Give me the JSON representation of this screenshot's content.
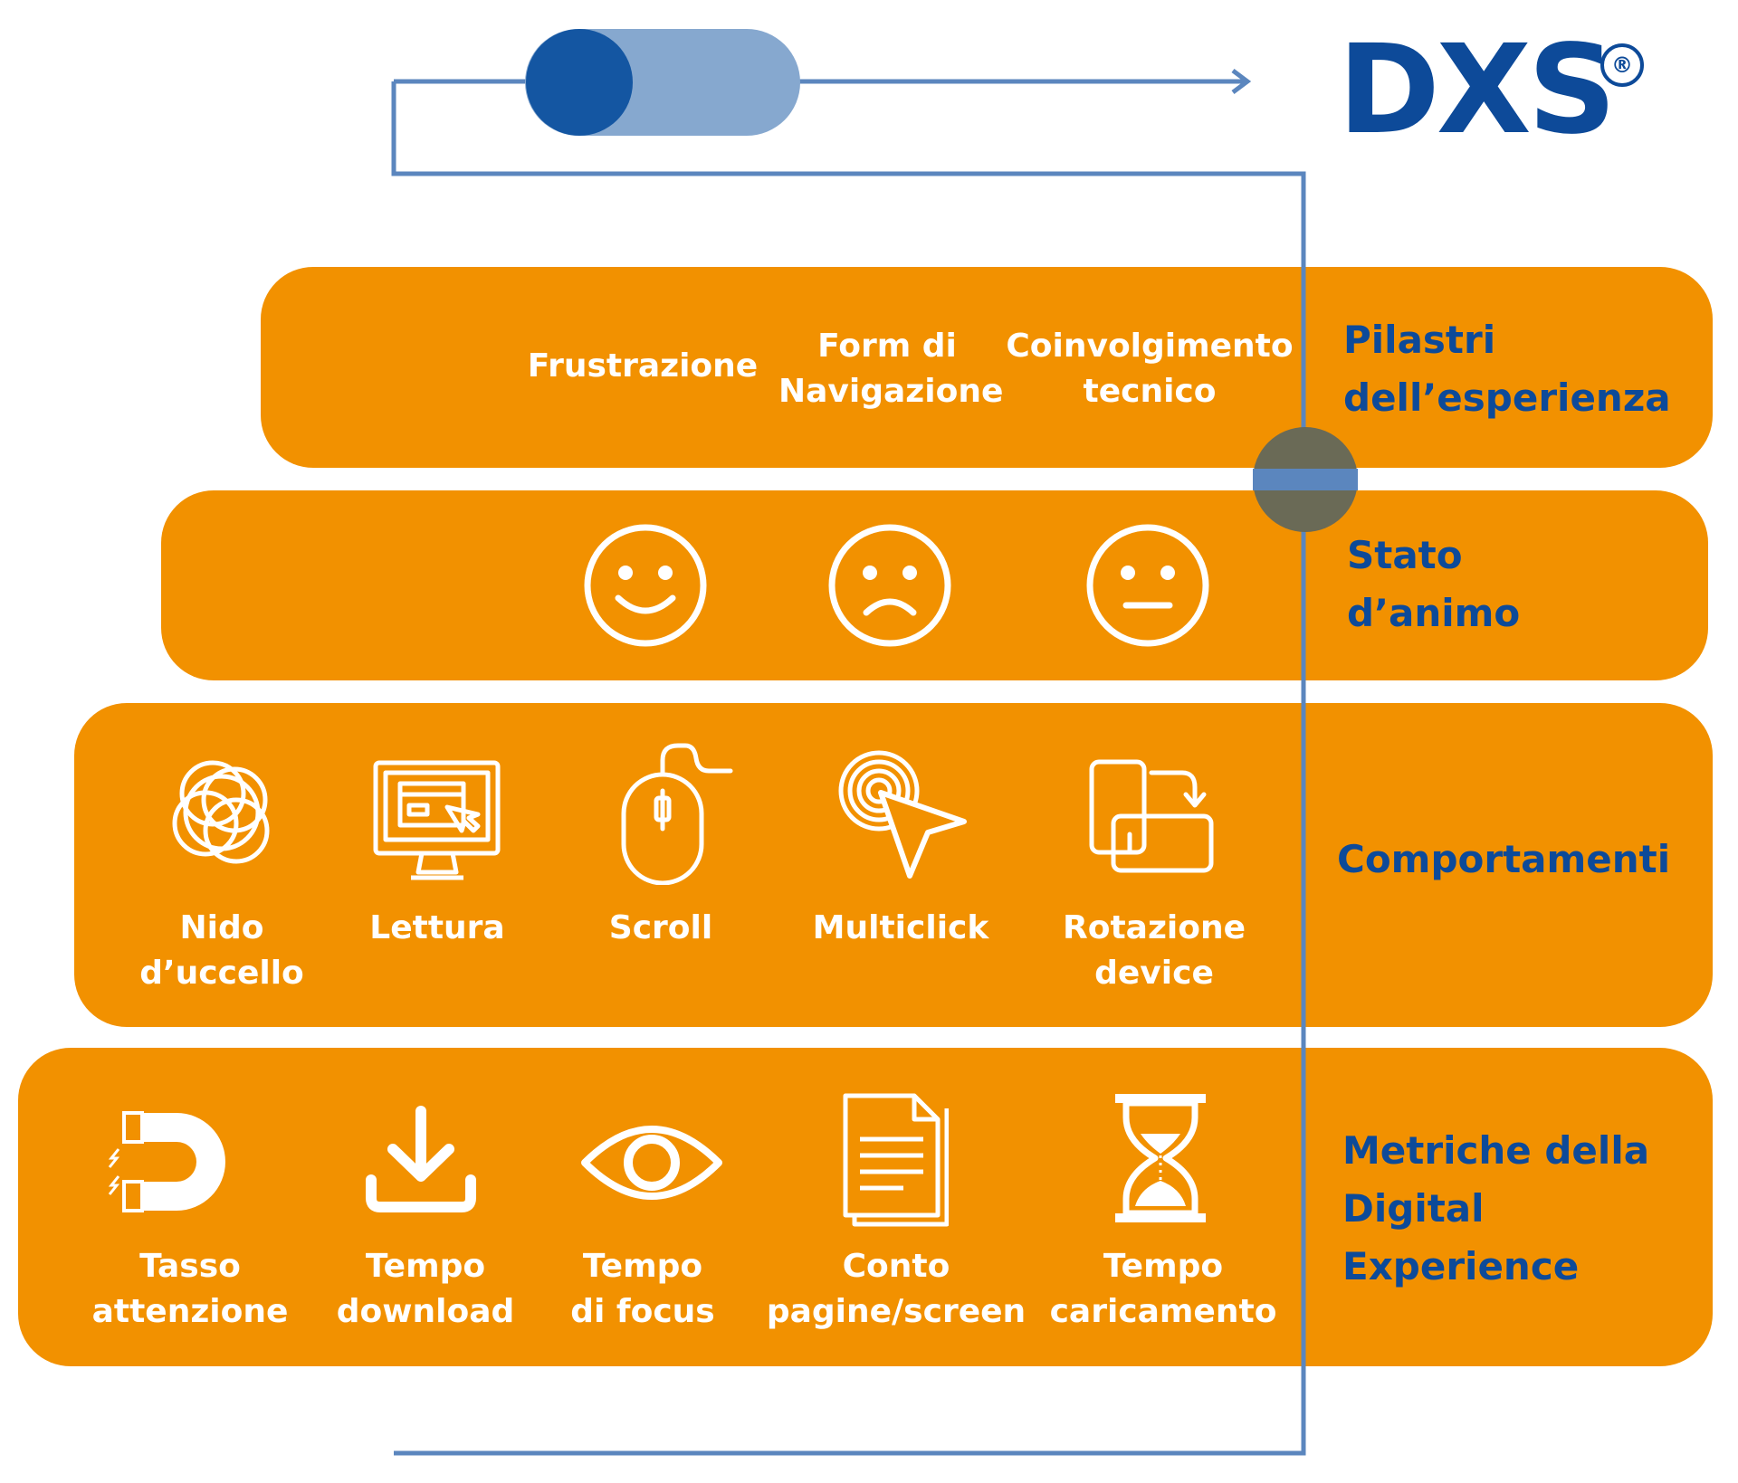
{
  "brand": {
    "logo": "DXS",
    "registered": "®"
  },
  "colors": {
    "band": "#f29100",
    "navy": "#0d4a99",
    "line": "#5b86be",
    "white": "#ffffff"
  },
  "rows": {
    "pilastri": {
      "label": "Pilastri\ndell’esperienza",
      "items": [
        "Frustrazione",
        "Form di\nNavigazione",
        "Coinvolgimento\ntecnico"
      ]
    },
    "stato": {
      "label": "Stato\nd’animo",
      "icons": [
        "smile-face-icon",
        "frown-face-icon",
        "neutral-face-icon"
      ]
    },
    "comportamenti": {
      "label": "Comportamenti",
      "items": [
        {
          "label": "Nido\nd’uccello",
          "icon": "bird-nest-icon"
        },
        {
          "label": "Lettura",
          "icon": "monitor-reading-icon"
        },
        {
          "label": "Scroll",
          "icon": "mouse-scroll-icon"
        },
        {
          "label": "Multiclick",
          "icon": "multiclick-cursor-icon"
        },
        {
          "label": "Rotazione\ndevice",
          "icon": "device-rotation-icon"
        }
      ]
    },
    "metriche": {
      "label": "Metriche della\nDigital\nExperience",
      "items": [
        {
          "label": "Tasso\nattenzione",
          "icon": "magnet-icon"
        },
        {
          "label": "Tempo\ndownload",
          "icon": "download-icon"
        },
        {
          "label": "Tempo\ndi focus",
          "icon": "eye-icon"
        },
        {
          "label": "Conto\npagine/screen",
          "icon": "document-pages-icon"
        },
        {
          "label": "Tempo\ncaricamento",
          "icon": "hourglass-icon"
        }
      ]
    }
  }
}
